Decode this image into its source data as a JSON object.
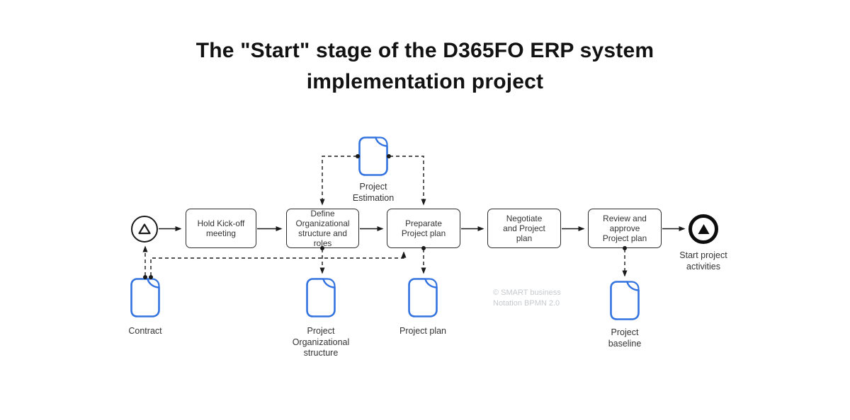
{
  "title": "The \"Start\" stage of the D365FO ERP system\nimplementation project",
  "events": {
    "start": {
      "type": "escalation-start-event",
      "label": ""
    },
    "end": {
      "type": "escalation-end-event",
      "label": "Start project\nactivities"
    }
  },
  "tasks": [
    {
      "id": "hold-kickoff",
      "label": "Hold Kick-off\nmeeting"
    },
    {
      "id": "define-org-structure",
      "label": "Define\nOrganizational\nstructure and roles"
    },
    {
      "id": "preparate-project-plan",
      "label": "Preparate\nProject plan"
    },
    {
      "id": "negotiate-project-plan",
      "label": "Negotiate\nand Project\nplan"
    },
    {
      "id": "review-approve-project-plan",
      "label": "Review and\napprove\nProject plan"
    }
  ],
  "documents": [
    {
      "id": "project-estimation",
      "label": "Project\nEstimation"
    },
    {
      "id": "contract",
      "label": "Contract"
    },
    {
      "id": "project-organizational-structure",
      "label": "Project\nOrganizational\nstructure"
    },
    {
      "id": "project-plan",
      "label": "Project plan"
    },
    {
      "id": "project-baseline",
      "label": "Project\nbaseline"
    }
  ],
  "watermark": "© SMART business\nNotation BPMN 2.0",
  "colors": {
    "document_stroke": "#3273E0",
    "connector": "#1a1a1a",
    "task_border": "#2d2d2d",
    "watermark_text": "#c7cacd"
  }
}
